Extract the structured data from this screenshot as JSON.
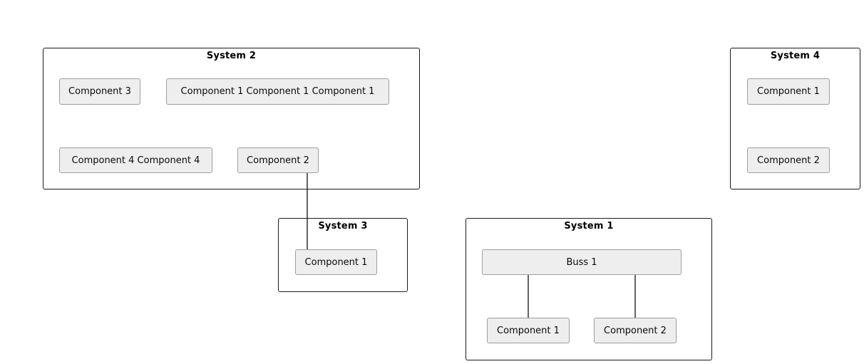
{
  "diagram": {
    "colors": {
      "background": "#ffffff",
      "system_border": "#1a1a1a",
      "component_fill": "#eeeeee",
      "component_border": "#9e9e9e",
      "connector": "#111111",
      "text": "#000000"
    },
    "systems": [
      {
        "title": "System 2",
        "components": [
          {
            "label": "Component 3"
          },
          {
            "label": "Component 1 Component 1 Component 1"
          },
          {
            "label": "Component 4 Component 4"
          },
          {
            "label": "Component 2"
          }
        ]
      },
      {
        "title": "System 4",
        "components": [
          {
            "label": "Component 1"
          },
          {
            "label": "Component 2"
          }
        ]
      },
      {
        "title": "System 3",
        "components": [
          {
            "label": "Component 1"
          }
        ]
      },
      {
        "title": "System 1",
        "components": [
          {
            "label": "Buss 1"
          },
          {
            "label": "Component 1"
          },
          {
            "label": "Component 2"
          }
        ]
      }
    ],
    "connections": [
      {
        "from": "System 2 / Component 2",
        "to": "System 3 / Component 1"
      },
      {
        "from": "System 1 / Buss 1",
        "to": "System 1 / Component 1"
      },
      {
        "from": "System 1 / Buss 1",
        "to": "System 1 / Component 2"
      }
    ]
  }
}
